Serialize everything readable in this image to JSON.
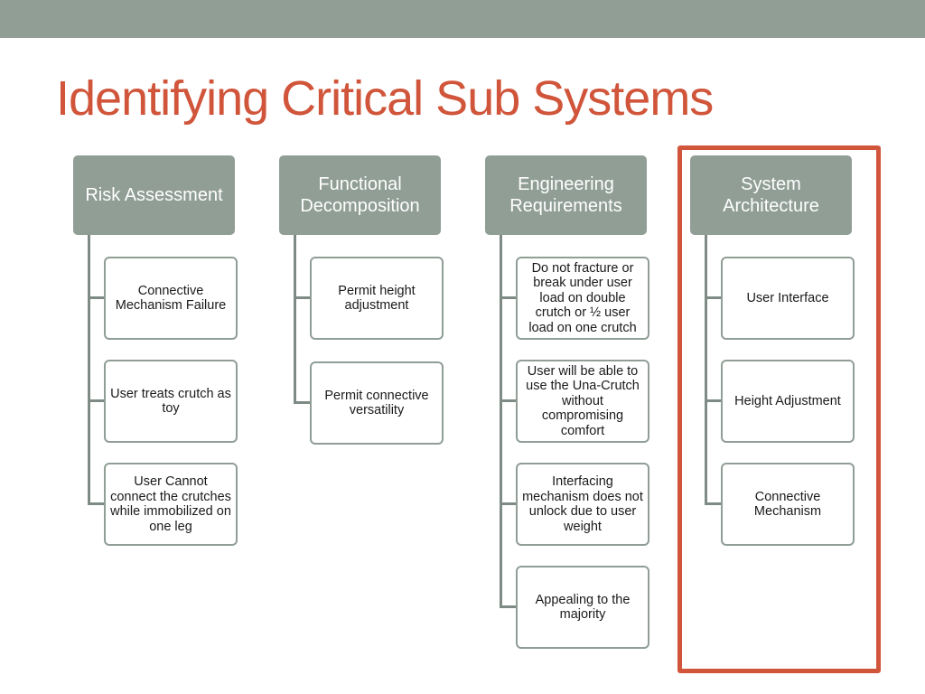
{
  "slide": {
    "title": "Identifying Critical Sub Systems"
  },
  "colors": {
    "top_bar": "#909e96",
    "title": "#d0553a",
    "header_fill": "#909e96",
    "child_border": "#909e96",
    "highlight_frame": "#d0553a"
  },
  "columns": [
    {
      "header": "Risk Assessment",
      "children": [
        "Connective Mechanism Failure",
        "User treats crutch as toy",
        "User Cannot connect the crutches while immobilized on one leg"
      ]
    },
    {
      "header": "Functional Decomposition",
      "children": [
        "Permit height adjustment",
        "Permit connective versatility"
      ]
    },
    {
      "header": "Engineering Requirements",
      "children": [
        "Do not fracture or break under user load on double crutch or ½ user load on one crutch",
        "User will be able to use the Una-Crutch without compromising comfort",
        "Interfacing mechanism does not unlock due to user weight",
        "Appealing to the majority"
      ]
    },
    {
      "header": "System Architecture",
      "highlighted": true,
      "children": [
        "User Interface",
        "Height Adjustment",
        "Connective Mechanism"
      ]
    }
  ]
}
